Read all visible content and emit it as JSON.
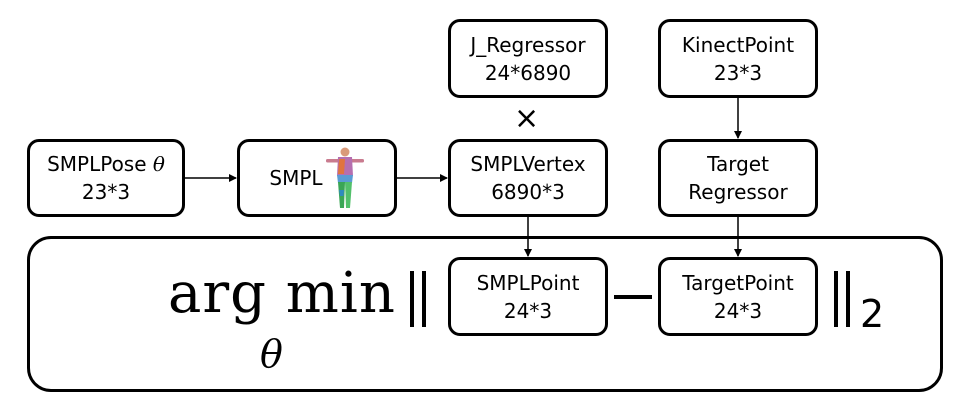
{
  "boxes": {
    "smpl_pose": {
      "line1": "SMPLPose",
      "theta": "θ",
      "line2": "23*3"
    },
    "smpl": {
      "label": "SMPL"
    },
    "smpl_vertex": {
      "line1": "SMPLVertex",
      "line2": "6890*3"
    },
    "j_regressor": {
      "line1": "J_Regressor",
      "line2": "24*6890"
    },
    "kinect_point": {
      "line1": "KinectPoint",
      "line2": "23*3"
    },
    "target_regressor": {
      "line1": "Target",
      "line2": "Regressor"
    },
    "smpl_point": {
      "line1": "SMPLPoint",
      "line2": "24*3"
    },
    "target_point": {
      "line1": "TargetPoint",
      "line2": "24*3"
    }
  },
  "formula": {
    "argmin": "arg min",
    "theta": "θ",
    "norm_subscript": "2",
    "multiply_symbol": "×"
  },
  "icons": {
    "smpl_figure": "human-body-mesh-icon"
  }
}
